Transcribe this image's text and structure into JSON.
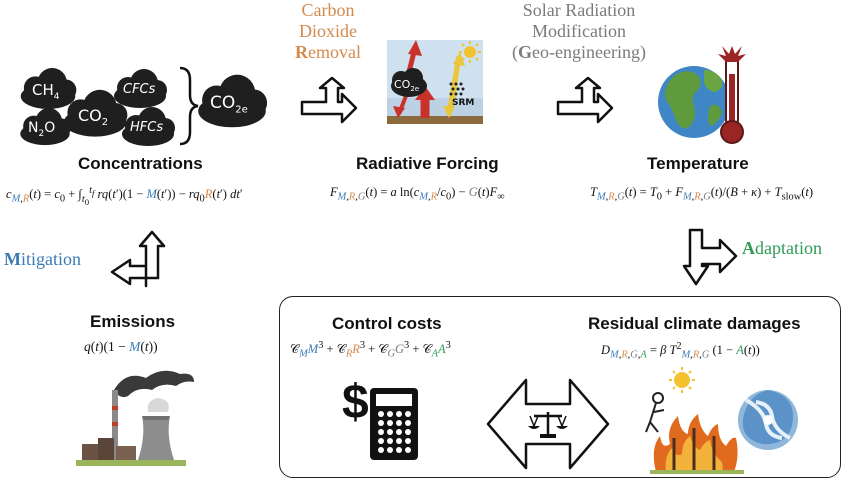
{
  "levers": {
    "cdr": {
      "line1": "Carbon",
      "line2": "Dioxide",
      "line3_initial": "R",
      "line3_rest": "emoval",
      "color": "#d48a4d"
    },
    "srm": {
      "line1": "Solar Radiation",
      "line2": "Modification",
      "line3_open": "(",
      "line3_initial": "G",
      "line3_rest": "eo-engineering)",
      "color": "#7b7b7b"
    },
    "mitigation": {
      "initial": "M",
      "rest": "itigation",
      "color": "#3b7bb5"
    },
    "adaptation": {
      "initial": "A",
      "rest": "daptation",
      "color": "#2e9c57"
    }
  },
  "gases": {
    "ch4": {
      "base": "CH",
      "sub": "4"
    },
    "co2": {
      "base": "CO",
      "sub": "2"
    },
    "cfcs": "CFCs",
    "n2o": {
      "base": "N",
      "sub": "2",
      "tail": "O"
    },
    "hfcs": "HFCs",
    "co2e": {
      "base": "CO",
      "sub": "2e"
    }
  },
  "forcing_icon": {
    "co2e_base": "CO",
    "co2e_sub": "2e",
    "srm_label": "SRM"
  },
  "headings": {
    "concentrations": "Concentrations",
    "radiative_forcing": "Radiative Forcing",
    "temperature": "Temperature",
    "emissions": "Emissions",
    "control_costs": "Control costs",
    "residual_damages": "Residual climate damages"
  },
  "colors": {
    "mitigation": "#3b7bb5",
    "removal": "#d48a4d",
    "geoengineering": "#7b7b7b",
    "adaptation": "#2e9c57"
  }
}
